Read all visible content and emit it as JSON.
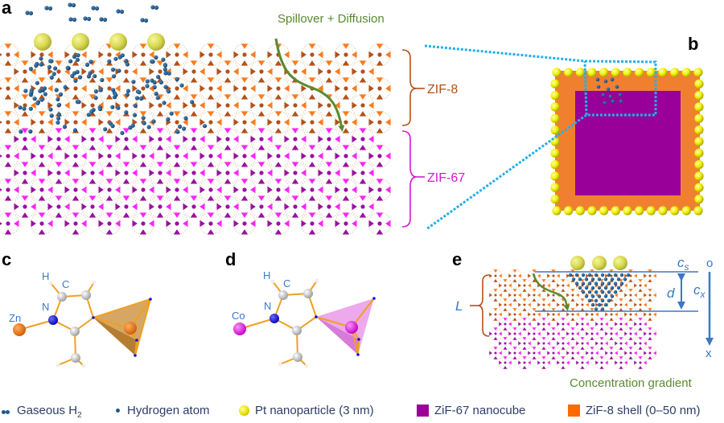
{
  "colors": {
    "zif8_dark": "#b4501a",
    "zif8_light": "#ff7a1a",
    "zif67_dark": "#9a10a0",
    "zif67_light": "#ff22ff",
    "linker": "#d8c8a8",
    "h_atom": "#1f5a8a",
    "pt": "#e0e060",
    "pt_bright": "#f2f200",
    "cube_shell": "#f08030",
    "cube_core": "#990099",
    "zoom_box": "#22b0e8",
    "arrow_green": "#5a8a2e",
    "label_blue": "#3a78c8"
  },
  "panels": {
    "a": {
      "label": "a",
      "annotation": "Spillover + Diffusion",
      "layers": [
        {
          "name": "ZIF-8",
          "material": "zif8"
        },
        {
          "name": "ZIF-67",
          "material": "zif67"
        }
      ],
      "pt_particle_count": 4
    },
    "b": {
      "label": "b"
    },
    "c": {
      "label": "c",
      "metal": "Zn",
      "atoms": [
        "H",
        "C",
        "N",
        "Zn"
      ]
    },
    "d": {
      "label": "d",
      "metal": "Co",
      "atoms": [
        "H",
        "C",
        "N",
        "Co"
      ]
    },
    "e": {
      "label": "e",
      "thickness_label": "L",
      "depth_label": "d",
      "surface_conc": "c",
      "surface_conc_sub": "s",
      "depth_conc": "c",
      "depth_conc_sub": "x",
      "axis_origin": "o",
      "axis_end": "x",
      "caption": "Concentration gradient"
    }
  },
  "legend": [
    {
      "icon": "h2-molecule-icon",
      "label": "Gaseous H",
      "sub": "2"
    },
    {
      "icon": "hydrogen-atom-icon",
      "label": "Hydrogen atom"
    },
    {
      "icon": "pt-nanoparticle-icon",
      "label": "Pt nanoparticle (3 nm)"
    },
    {
      "icon": "zif67-swatch-icon",
      "label": "ZiF-67 nanocube",
      "color": "#990099"
    },
    {
      "icon": "zif8-swatch-icon",
      "label": "ZiF-8 shell (0–50 nm)",
      "color": "#ff6a00"
    }
  ]
}
